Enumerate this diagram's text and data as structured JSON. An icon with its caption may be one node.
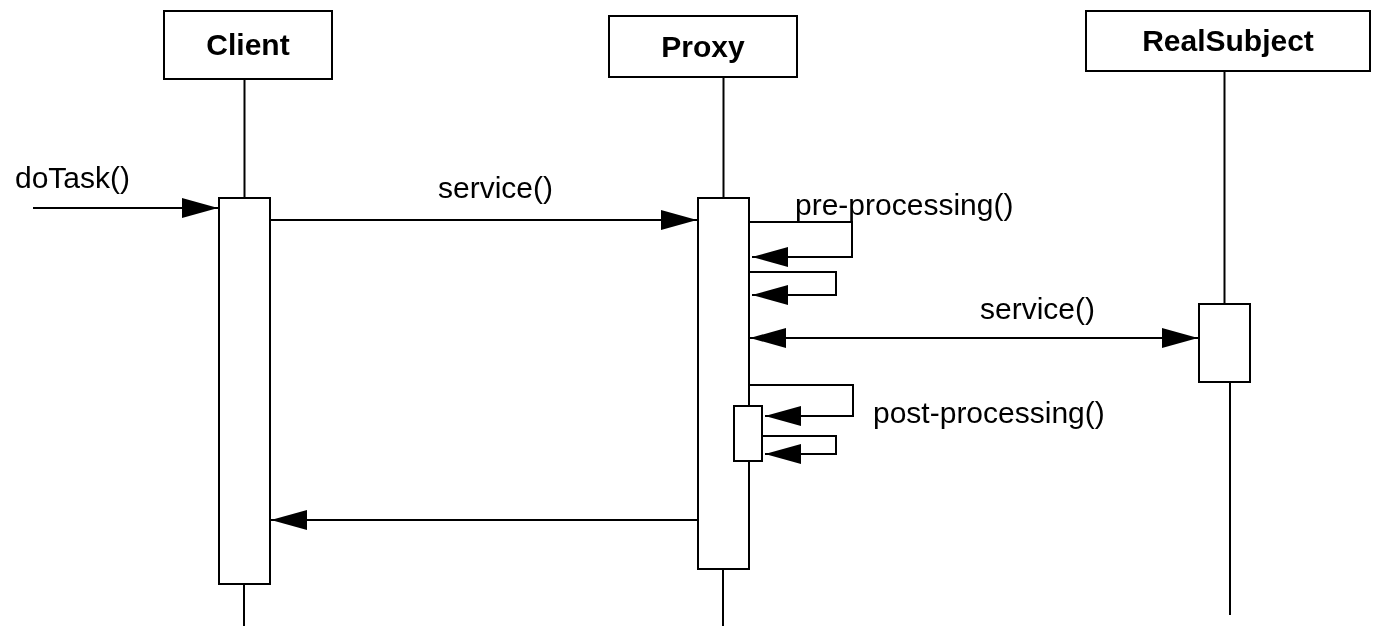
{
  "diagram": {
    "nodes": [
      {
        "text": [
          "Client"
        ]
      },
      {
        "text": [
          "Proxy"
        ]
      },
      {
        "text": [
          "RealSubject"
        ]
      },
      {
        "text": [],
        "shape": "bar"
      },
      {
        "text": [],
        "shape": "bar"
      },
      {
        "text": [],
        "shape": "bar"
      },
      {
        "text": [],
        "shape": "bar"
      }
    ],
    "edges": [
      {
        "from": 0,
        "to": 3,
        "arrow": "none"
      },
      {
        "from": 1,
        "to": 4,
        "arrow": "none"
      },
      {
        "from": 2,
        "to": 5,
        "arrow": "none"
      },
      {
        "from": null,
        "to": 3,
        "arrow": "to",
        "label": "doTask()"
      },
      {
        "from": 3,
        "to": 4,
        "arrow": "to",
        "label": "service()"
      },
      {
        "from": 4,
        "to": 4,
        "arrow": "to",
        "label": "pre-processing()"
      },
      {
        "from": 4,
        "to": 4,
        "arrow": "to"
      },
      {
        "from": 4,
        "to": 5,
        "arrow": "both",
        "label": "service()"
      },
      {
        "from": 4,
        "to": 6,
        "arrow": "to",
        "label": "post-processing()"
      },
      {
        "from": 4,
        "to": 6,
        "arrow": "to"
      },
      {
        "from": 4,
        "to": 3,
        "arrow": "to"
      }
    ]
  }
}
